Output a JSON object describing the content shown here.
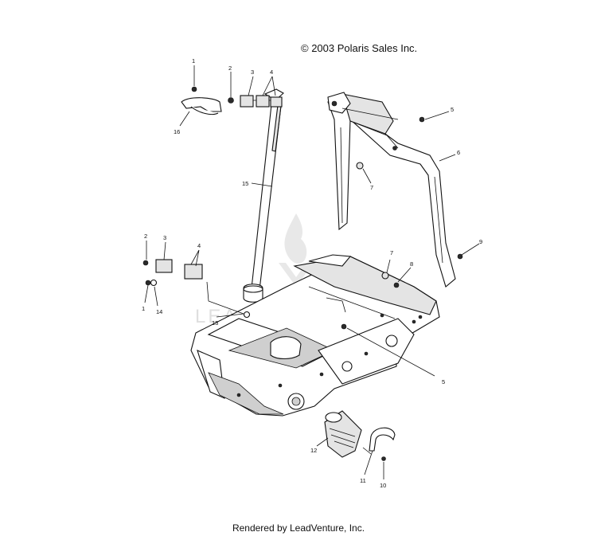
{
  "copyright": "© 2003 Polaris Sales Inc.",
  "footer": "Rendered by LeadVenture, Inc.",
  "watermark": "LEADVENTURE",
  "callouts": {
    "c1a": "1",
    "c2a": "2",
    "c3a": "3",
    "c4a": "4",
    "c5a": "5",
    "c6": "6",
    "c7a": "7",
    "c16": "16",
    "c15": "15",
    "c2b": "2",
    "c3b": "3",
    "c4b": "4",
    "c1b": "1",
    "c14": "14",
    "c13": "13",
    "c7b": "7",
    "c8": "8",
    "c9": "9",
    "c5b": "5",
    "c12": "12",
    "c11": "11",
    "c10": "10"
  }
}
